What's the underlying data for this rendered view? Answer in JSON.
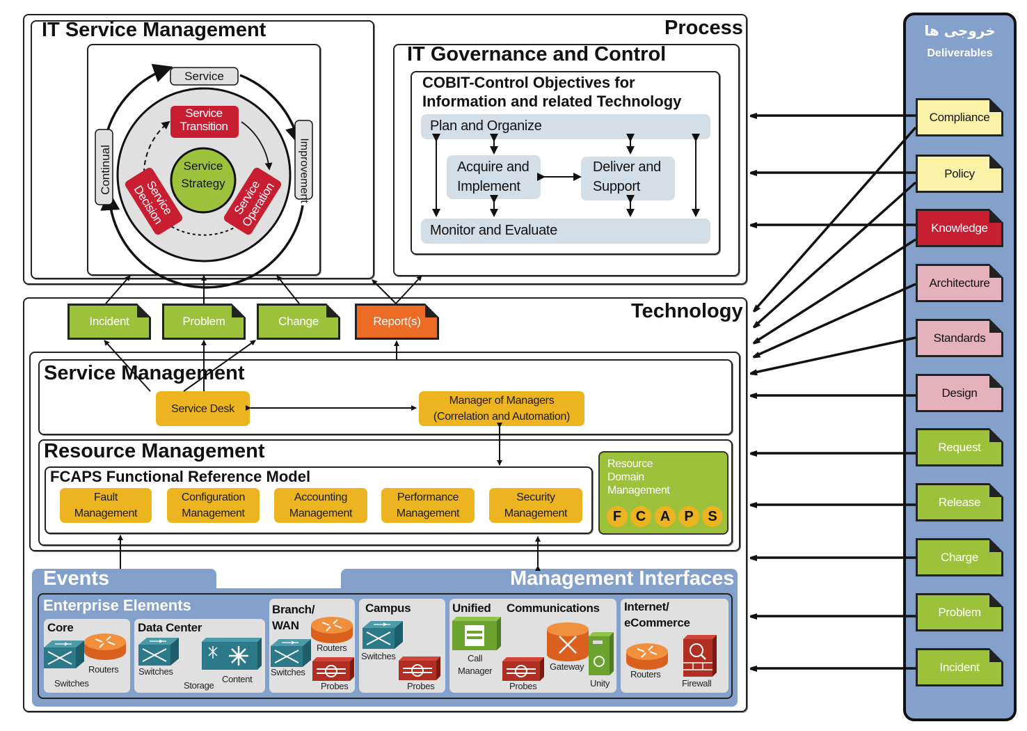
{
  "process": {
    "label": "Process",
    "itsm": {
      "title": "IT Service Management",
      "itil": {
        "title": "Service Management (ITILv3)",
        "cycle": {
          "top": "Service",
          "left": "Continual",
          "right": "Improvement"
        },
        "center": "Service Strategy",
        "transition": "Service Transition",
        "decision": "Service Decision",
        "operation": "Service Operation"
      }
    },
    "governance": {
      "title": "IT Governance and Control",
      "cobit": {
        "title_line1": "COBIT-Control Objectives for",
        "title_line2": "Information and related Technology",
        "plan": "Plan and Organize",
        "acquire_line1": "Acquire and",
        "acquire_line2": "Implement",
        "deliver_line1": "Deliver and",
        "deliver_line2": "Support",
        "monitor": "Monitor and Evaluate"
      }
    }
  },
  "technology": {
    "label": "Technology",
    "tickets": [
      {
        "label": "Incident",
        "color": "#9dc13b"
      },
      {
        "label": "Problem",
        "color": "#9dc13b"
      },
      {
        "label": "Change",
        "color": "#9dc13b"
      },
      {
        "label": "Report(s)",
        "color": "#ec6b25"
      }
    ],
    "service_mgmt": {
      "title": "Service Management",
      "service_desk": "Service Desk",
      "mom_line1": "Manager of Managers",
      "mom_line2": "(Correlation and Automation)"
    },
    "resource_mgmt": {
      "title": "Resource Management",
      "fcaps_model": {
        "title": "FCAPS Functional Reference Model",
        "items": [
          {
            "line1": "Fault",
            "line2": "Management"
          },
          {
            "line1": "Configuration",
            "line2": "Management"
          },
          {
            "line1": "Accounting",
            "line2": "Management"
          },
          {
            "line1": "Performance",
            "line2": "Management"
          },
          {
            "line1": "Security",
            "line2": "Management"
          }
        ]
      },
      "domain": {
        "line1": "Resource",
        "line2": "Domain",
        "line3": "Management",
        "letters": [
          "F",
          "C",
          "A",
          "P",
          "S"
        ]
      }
    },
    "events": {
      "left_label": "Events",
      "right_label": "Management Interfaces",
      "enterprise_title": "Enterprise Elements",
      "groups": {
        "core": {
          "title": "Core",
          "switches": "Switches",
          "routers": "Routers"
        },
        "datacenter": {
          "title": "Data Center",
          "switches": "Switches",
          "storage": "Storage",
          "content": "Content"
        },
        "branch": {
          "title_line1": "Branch/",
          "title_line2": "WAN",
          "routers": "Routers",
          "switches": "Switches",
          "probes": "Probes"
        },
        "campus": {
          "title": "Campus",
          "switches": "Switches",
          "probes": "Probes"
        },
        "uc": {
          "title1": "Unified",
          "title2": "Communications",
          "call1": "Call",
          "call2": "Manager",
          "probes": "Probes",
          "gateway": "Gateway",
          "unity": "Unity"
        },
        "internet": {
          "title_line1": "Internet/",
          "title_line2": "eCommerce",
          "routers": "Routers",
          "firewall": "Firewall"
        }
      }
    }
  },
  "deliverables": {
    "title_fa": "خروجی ها",
    "title_en": "Deliverables",
    "items": [
      {
        "label": "Compliance",
        "color": "#fbf4a8",
        "text": "#111111"
      },
      {
        "label": "Policy",
        "color": "#fbf4a8",
        "text": "#111111"
      },
      {
        "label": "Knowledge",
        "color": "#c81e32",
        "text": "#ffffff"
      },
      {
        "label": "Architecture",
        "color": "#e4b1bd",
        "text": "#111111"
      },
      {
        "label": "Standards",
        "color": "#e4b1bd",
        "text": "#111111"
      },
      {
        "label": "Design",
        "color": "#e4b1bd",
        "text": "#111111"
      },
      {
        "label": "Request",
        "color": "#9dc13b",
        "text": "#ffffff"
      },
      {
        "label": "Release",
        "color": "#9dc13b",
        "text": "#ffffff"
      },
      {
        "label": "Charge",
        "color": "#9dc13b",
        "text": "#ffffff"
      },
      {
        "label": "Problem",
        "color": "#9dc13b",
        "text": "#ffffff"
      },
      {
        "label": "Incident",
        "color": "#9dc13b",
        "text": "#ffffff"
      }
    ]
  },
  "colors": {
    "panel_blue": "#84a1cc",
    "gold": "#ecb421",
    "green": "#9dc13b",
    "red": "#c81e32",
    "orange": "#ec6b25",
    "cobit_blue": "#d4dee7",
    "gray": "#dfe0df"
  }
}
